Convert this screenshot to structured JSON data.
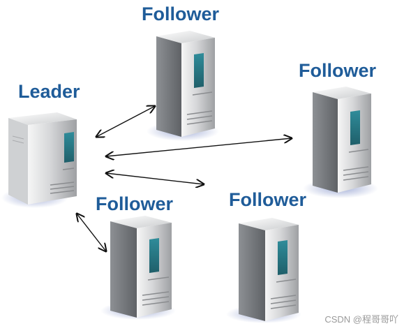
{
  "nodes": {
    "leader": {
      "label": "Leader"
    },
    "follower_1": {
      "label": "Follower"
    },
    "follower_2": {
      "label": "Follower"
    },
    "follower_3": {
      "label": "Follower"
    },
    "follower_4": {
      "label": "Follower"
    }
  },
  "edges": [
    {
      "from": "leader",
      "to": "follower_1",
      "direction": "bidirectional"
    },
    {
      "from": "leader",
      "to": "follower_2",
      "direction": "bidirectional"
    },
    {
      "from": "leader",
      "to": "follower_3",
      "direction": "bidirectional"
    },
    {
      "from": "leader",
      "to": "follower_4",
      "direction": "bidirectional"
    }
  ],
  "watermark": "CSDN @程哥哥吖",
  "colors": {
    "label": "#1f5c99",
    "arrow": "#111111",
    "server_body": "#c4c6c8",
    "server_panel": "#2f8c9a",
    "watermark": "#9a9a9a"
  }
}
